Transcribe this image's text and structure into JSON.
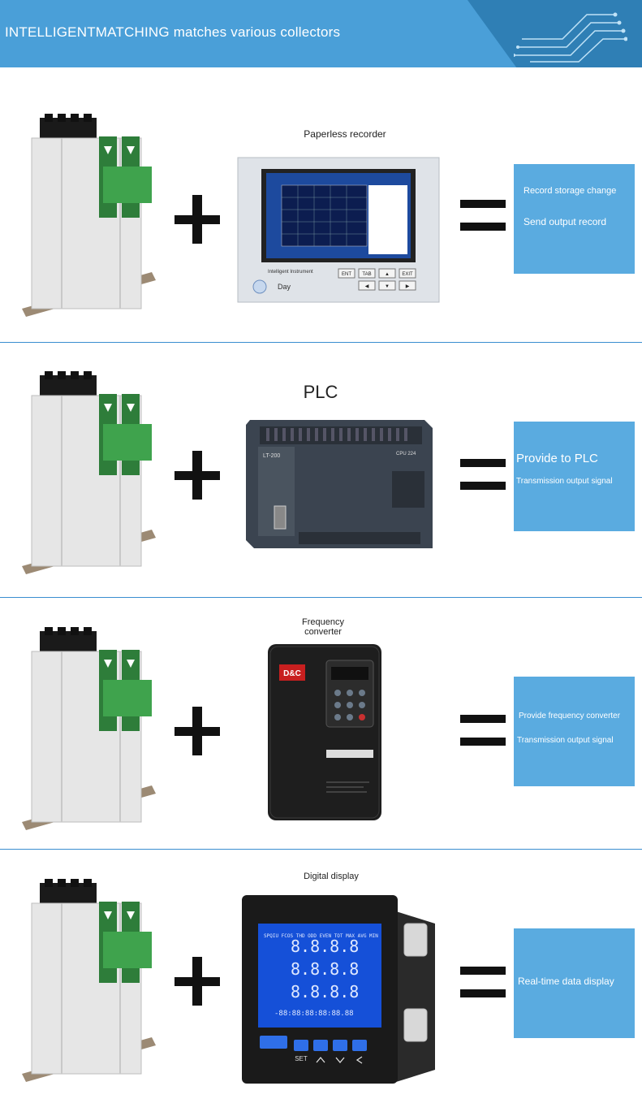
{
  "header": {
    "title": "INTELLIGENTMATCHING matches various collectors"
  },
  "rows": [
    {
      "device_label": "Paperless recorder",
      "device_text": {
        "brand": "Intelligent Instrument",
        "day": "Day",
        "keys": [
          "ENT",
          "TAB",
          "▲",
          "EXIT",
          "◀",
          "▼",
          "▶"
        ]
      },
      "result_line1": "Record storage change",
      "result_line2": "Send output record"
    },
    {
      "device_label": "PLC",
      "device_text": {
        "model": "LT-200",
        "cpu": "CPU 224"
      },
      "result_line1": "Provide to PLC",
      "result_line2": "Transmission output signal"
    },
    {
      "device_label": "Frequency converter",
      "device_text": {
        "brand": "D&C"
      },
      "result_line1": "Provide frequency converter",
      "result_line2": "Transmission output signal"
    },
    {
      "device_label": "Digital display",
      "device_text": {
        "digits": "8.8.8.8",
        "left_tags": "SPQIU FCOS THD ODD EVEN TOT MAX AVG MIN",
        "bottom_digits": "-88:88:88:88:88.88",
        "set": "SET"
      },
      "result_line1": "Real-time data display"
    }
  ],
  "colors": {
    "header": "#4a9fd8",
    "result_box": "#5aabe0",
    "divider": "#3a8ed0"
  }
}
